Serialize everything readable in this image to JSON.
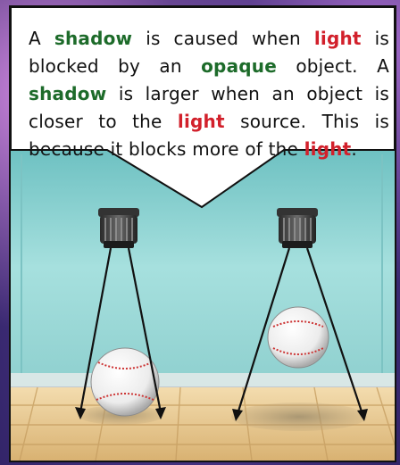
{
  "caption": {
    "s1_a": "A ",
    "s1_shadow": "shadow",
    "s1_b": " is caused when ",
    "s1_light": "light",
    "s1_c": " is blocked by an ",
    "s1_opaque": "opaque",
    "s1_d": " object. A ",
    "s2_shadow": "shadow",
    "s2_b": " is larger when an object is closer to the ",
    "s2_light": "light",
    "s2_c": " source. This is because it blocks more of the ",
    "s3_light": "light",
    "s3_d": "."
  },
  "colors": {
    "keyword_green": "#1d6b2a",
    "keyword_red": "#d2202b",
    "wall": "#8fd6d4",
    "floor": "#e6c48a"
  },
  "icons": [
    "spotlight-icon",
    "baseball-icon",
    "shadow-ellipse"
  ]
}
